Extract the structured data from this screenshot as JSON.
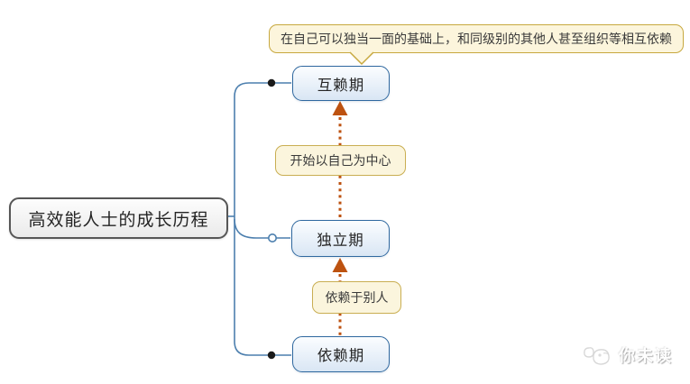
{
  "diagram": {
    "root": {
      "label": "高效能人士的成长历程"
    },
    "stages": [
      {
        "id": "interdependence",
        "label": "互赖期"
      },
      {
        "id": "independence",
        "label": "独立期"
      },
      {
        "id": "dependence",
        "label": "依赖期"
      }
    ],
    "callout": {
      "text": "在自己可以独当一面的基础上，和同级别的其他人甚至组织等相互依赖"
    },
    "notes": [
      {
        "id": "self-centered",
        "text": "开始以自己为中心"
      },
      {
        "id": "rely-on-others",
        "text": "依赖于别人"
      }
    ]
  },
  "colors": {
    "branch": "#4c7fae",
    "node_border": "#2f689f",
    "arrow": "#bd5210",
    "dot": "#1a1a1a",
    "callout_border": "#c7a83e",
    "callout_fill": "#fcf5dc"
  },
  "watermark": {
    "text": "你未读"
  }
}
